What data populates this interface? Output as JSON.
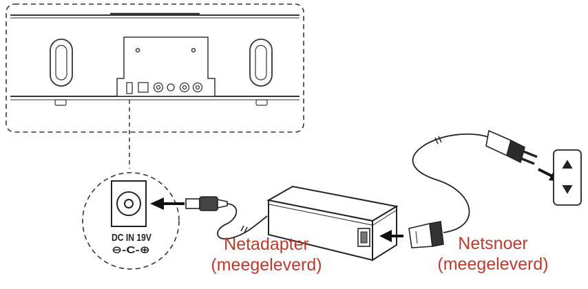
{
  "port": {
    "label": "DC IN 19V",
    "polarity_symbol": "⊖-C-⊕"
  },
  "labels": {
    "adapter_name": "Netadapter",
    "adapter_note": "(meegeleverd)",
    "cord_name": "Netsnoer",
    "cord_note": "(meegeleverd)"
  },
  "colors": {
    "label_text": "#c0392b",
    "line": "#222222"
  }
}
